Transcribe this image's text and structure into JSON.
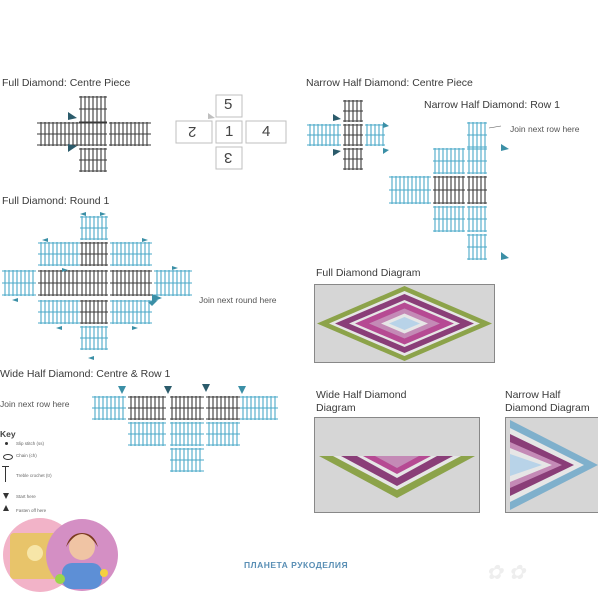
{
  "titles": {
    "full_centre": "Full Diamond: Centre Piece",
    "full_round1": "Full Diamond: Round 1",
    "narrow_centre": "Narrow Half Diamond: Centre Piece",
    "narrow_row1": "Narrow Half Diamond: Row 1",
    "wide_centre_row1": "Wide Half Diamond: Centre & Row 1",
    "full_diagram": "Full Diamond Diagram",
    "wide_diagram_l1": "Wide Half Diamond",
    "wide_diagram_l2": "Diagram",
    "narrow_diagram_l1": "Narrow Half",
    "narrow_diagram_l2": "Diamond Diagram"
  },
  "notes": {
    "join_next_row_1": "Join next row here",
    "join_next_round": "Join next round here",
    "join_next_row_2": "Join next row here"
  },
  "order_numbers": [
    "5",
    "2",
    "1",
    "4",
    "3"
  ],
  "key": {
    "title": "Key",
    "items": [
      "Slip stitch (ss)",
      "Chain (ch)",
      "Treble crochet (tr)",
      "Start here",
      "Fasten off here"
    ]
  },
  "footer": "ПЛАНЕТА РУКОДЕЛИЯ",
  "colors": {
    "black_stitch": "#3a3a3a",
    "blue_stitch": "#4aa8c8",
    "arrow_teal": "#3b8fa6",
    "ring_green": "#8ca34a",
    "ring_purple": "#8a3e78",
    "ring_light": "#e6e6e6",
    "ring_pink": "#b64a93",
    "ring_lilac": "#c48ab6"
  }
}
